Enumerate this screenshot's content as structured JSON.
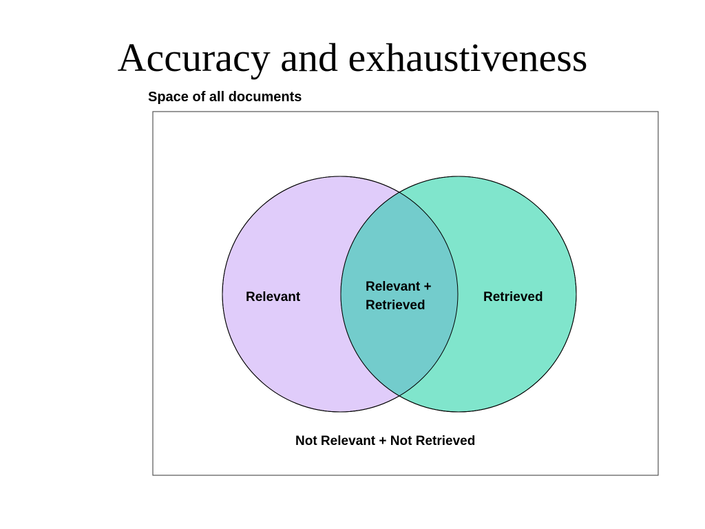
{
  "slide": {
    "title": "Accuracy and exhaustiveness",
    "space_label": "Space of all documents"
  },
  "diagram": {
    "type": "venn",
    "sets": [
      {
        "key": "relevant",
        "label": "Relevant",
        "color": "#E0CCFA"
      },
      {
        "key": "retrieved",
        "label": "Retrieved",
        "color": "#80E5CC"
      }
    ],
    "intersection": {
      "label_line1": "Relevant +",
      "label_line2": "Retrieved",
      "color": "#73CCCC"
    },
    "outside_label": "Not Relevant + Not Retrieved",
    "stroke_color": "#000000",
    "box_stroke_color": "#555555"
  }
}
